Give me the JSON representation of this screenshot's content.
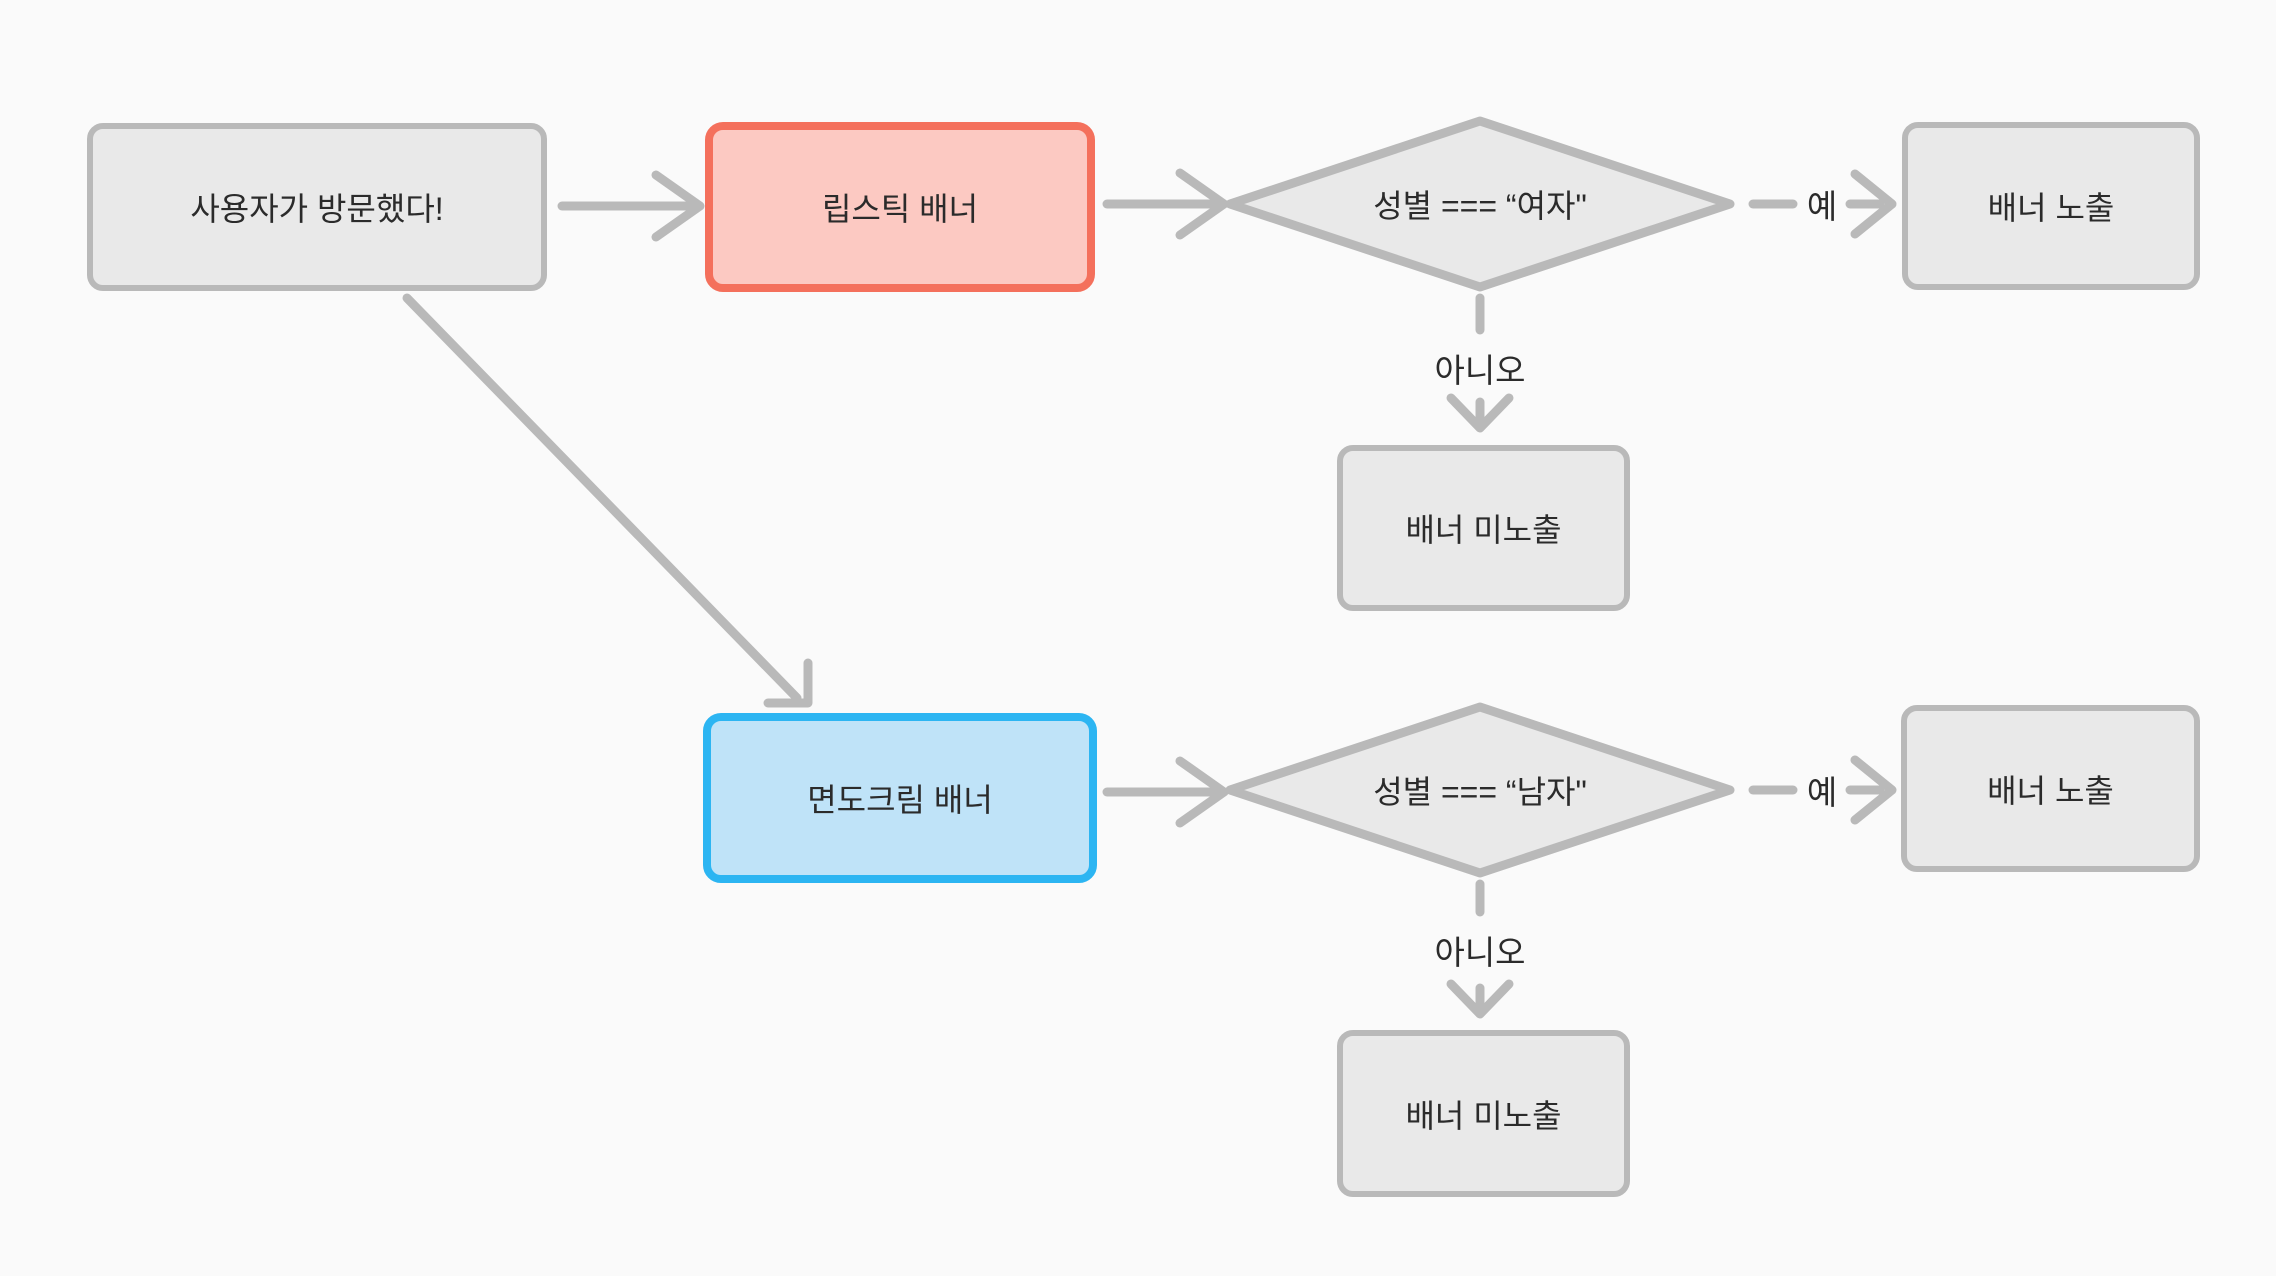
{
  "diagram": {
    "type": "flowchart",
    "background": "#fafafa"
  },
  "colors": {
    "node_fill": "#e9e9e9",
    "node_border": "#b9b9b9",
    "edge": "#b9b9b9",
    "text": "#2b2b2b",
    "lipstick_fill": "#fcc9c2",
    "lipstick_border": "#f4705c",
    "shaving_fill": "#bfe3f8",
    "shaving_border": "#2cb5f2"
  },
  "nodes": {
    "start": {
      "label": "사용자가 방문했다!",
      "shape": "rect",
      "color": "gray"
    },
    "lipstick_banner": {
      "label": "립스틱 배너",
      "shape": "rect",
      "color": "red"
    },
    "gender_female_check": {
      "label": "성별 === “여자\"",
      "shape": "diamond",
      "color": "gray"
    },
    "banner_shown_top": {
      "label": "배너 노출",
      "shape": "rect",
      "color": "gray"
    },
    "banner_hidden_top": {
      "label": "배너 미노출",
      "shape": "rect",
      "color": "gray"
    },
    "shaving_banner": {
      "label": "면도크림 배너",
      "shape": "rect",
      "color": "blue"
    },
    "gender_male_check": {
      "label": "성별 === “남자\"",
      "shape": "diamond",
      "color": "gray"
    },
    "banner_shown_bottom": {
      "label": "배너 노출",
      "shape": "rect",
      "color": "gray"
    },
    "banner_hidden_bottom": {
      "label": "배너 미노출",
      "shape": "rect",
      "color": "gray"
    }
  },
  "edges": [
    {
      "from": "start",
      "to": "lipstick_banner",
      "label": ""
    },
    {
      "from": "start",
      "to": "shaving_banner",
      "label": ""
    },
    {
      "from": "lipstick_banner",
      "to": "gender_female_check",
      "label": ""
    },
    {
      "from": "gender_female_check",
      "to": "banner_shown_top",
      "label": "예"
    },
    {
      "from": "gender_female_check",
      "to": "banner_hidden_top",
      "label": "아니오"
    },
    {
      "from": "shaving_banner",
      "to": "gender_male_check",
      "label": ""
    },
    {
      "from": "gender_male_check",
      "to": "banner_shown_bottom",
      "label": "예"
    },
    {
      "from": "gender_male_check",
      "to": "banner_hidden_bottom",
      "label": "아니오"
    }
  ]
}
